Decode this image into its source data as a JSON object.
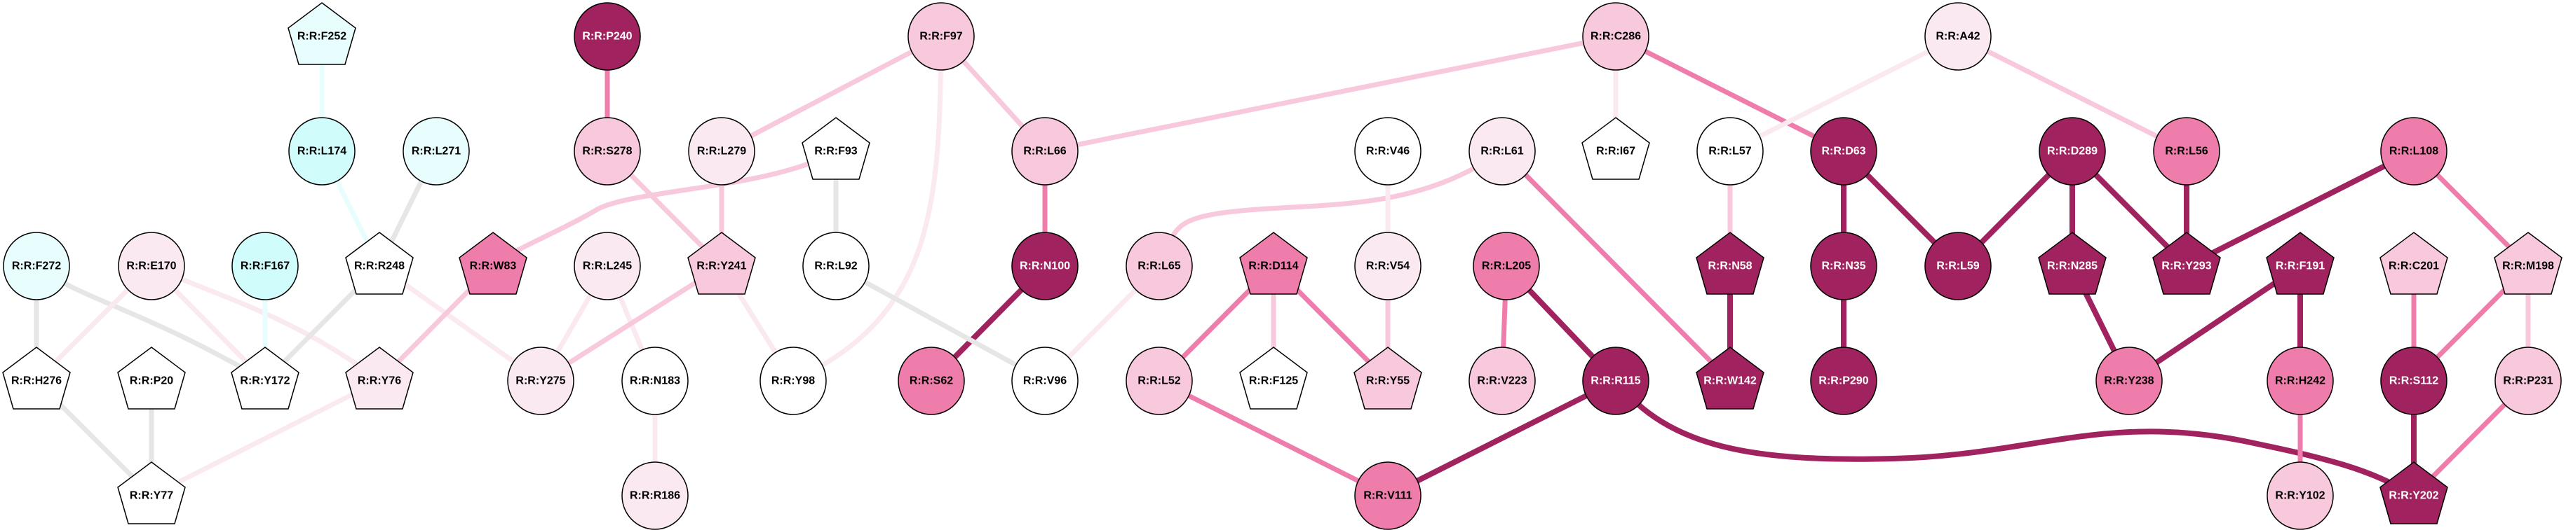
{
  "colors": {
    "dark": "#a0235f",
    "mid": "#ef7dab",
    "light": "#f8c8dc",
    "pale": "#fbe9f1",
    "white": "#ffffff",
    "cyan": "#d0fcfc",
    "cyan_pale": "#e8fefe",
    "gray": "#e6e6e6"
  },
  "nodes": [
    {
      "id": "F252",
      "label": "R:R:F252",
      "shape": "pentagon",
      "color": "cyan_pale"
    },
    {
      "id": "P240",
      "label": "R:R:P240",
      "shape": "ellipse",
      "color": "dark"
    },
    {
      "id": "F97",
      "label": "R:R:F97",
      "shape": "ellipse",
      "color": "light"
    },
    {
      "id": "C286",
      "label": "R:R:C286",
      "shape": "ellipse",
      "color": "light"
    },
    {
      "id": "A42",
      "label": "R:R:A42",
      "shape": "ellipse",
      "color": "pale"
    },
    {
      "id": "L174",
      "label": "R:R:L174",
      "shape": "ellipse",
      "color": "cyan"
    },
    {
      "id": "L271",
      "label": "R:R:L271",
      "shape": "ellipse",
      "color": "cyan_pale"
    },
    {
      "id": "S278",
      "label": "R:R:S278",
      "shape": "ellipse",
      "color": "light"
    },
    {
      "id": "L279",
      "label": "R:R:L279",
      "shape": "ellipse",
      "color": "pale"
    },
    {
      "id": "F93",
      "label": "R:R:F93",
      "shape": "pentagon",
      "color": "white"
    },
    {
      "id": "L66",
      "label": "R:R:L66",
      "shape": "ellipse",
      "color": "light"
    },
    {
      "id": "V46",
      "label": "R:R:V46",
      "shape": "ellipse",
      "color": "white"
    },
    {
      "id": "L61",
      "label": "R:R:L61",
      "shape": "ellipse",
      "color": "pale"
    },
    {
      "id": "I67",
      "label": "R:R:I67",
      "shape": "pentagon",
      "color": "white"
    },
    {
      "id": "L57",
      "label": "R:R:L57",
      "shape": "ellipse",
      "color": "white"
    },
    {
      "id": "D63",
      "label": "R:R:D63",
      "shape": "ellipse",
      "color": "dark"
    },
    {
      "id": "D289",
      "label": "R:R:D289",
      "shape": "ellipse",
      "color": "dark"
    },
    {
      "id": "L56",
      "label": "R:R:L56",
      "shape": "ellipse",
      "color": "mid"
    },
    {
      "id": "L108",
      "label": "R:R:L108",
      "shape": "ellipse",
      "color": "mid"
    },
    {
      "id": "F272",
      "label": "R:R:F272",
      "shape": "ellipse",
      "color": "cyan_pale"
    },
    {
      "id": "E170",
      "label": "R:R:E170",
      "shape": "ellipse",
      "color": "pale"
    },
    {
      "id": "F167",
      "label": "R:R:F167",
      "shape": "ellipse",
      "color": "cyan"
    },
    {
      "id": "R248",
      "label": "R:R:R248",
      "shape": "pentagon",
      "color": "white"
    },
    {
      "id": "W83",
      "label": "R:R:W83",
      "shape": "pentagon",
      "color": "mid"
    },
    {
      "id": "L245",
      "label": "R:R:L245",
      "shape": "ellipse",
      "color": "pale"
    },
    {
      "id": "Y241",
      "label": "R:R:Y241",
      "shape": "pentagon",
      "color": "light"
    },
    {
      "id": "L92",
      "label": "R:R:L92",
      "shape": "ellipse",
      "color": "white"
    },
    {
      "id": "N100",
      "label": "R:R:N100",
      "shape": "ellipse",
      "color": "dark"
    },
    {
      "id": "L65",
      "label": "R:R:L65",
      "shape": "ellipse",
      "color": "light"
    },
    {
      "id": "D114",
      "label": "R:R:D114",
      "shape": "pentagon",
      "color": "mid"
    },
    {
      "id": "V54",
      "label": "R:R:V54",
      "shape": "ellipse",
      "color": "pale"
    },
    {
      "id": "L205",
      "label": "R:R:L205",
      "shape": "ellipse",
      "color": "mid"
    },
    {
      "id": "N58",
      "label": "R:R:N58",
      "shape": "pentagon",
      "color": "dark"
    },
    {
      "id": "N35",
      "label": "R:R:N35",
      "shape": "ellipse",
      "color": "dark"
    },
    {
      "id": "L59",
      "label": "R:R:L59",
      "shape": "ellipse",
      "color": "dark"
    },
    {
      "id": "N285",
      "label": "R:R:N285",
      "shape": "pentagon",
      "color": "dark"
    },
    {
      "id": "Y293",
      "label": "R:R:Y293",
      "shape": "pentagon",
      "color": "dark"
    },
    {
      "id": "F191",
      "label": "R:R:F191",
      "shape": "pentagon",
      "color": "dark"
    },
    {
      "id": "C201",
      "label": "R:R:C201",
      "shape": "pentagon",
      "color": "light"
    },
    {
      "id": "M198",
      "label": "R:R:M198",
      "shape": "pentagon",
      "color": "light"
    },
    {
      "id": "H276",
      "label": "R:R:H276",
      "shape": "pentagon",
      "color": "white"
    },
    {
      "id": "P20",
      "label": "R:R:P20",
      "shape": "pentagon",
      "color": "white"
    },
    {
      "id": "Y172",
      "label": "R:R:Y172",
      "shape": "pentagon",
      "color": "white"
    },
    {
      "id": "Y76",
      "label": "R:R:Y76",
      "shape": "pentagon",
      "color": "pale"
    },
    {
      "id": "Y275",
      "label": "R:R:Y275",
      "shape": "ellipse",
      "color": "pale"
    },
    {
      "id": "N183",
      "label": "R:R:N183",
      "shape": "ellipse",
      "color": "white"
    },
    {
      "id": "Y98",
      "label": "R:R:Y98",
      "shape": "ellipse",
      "color": "white"
    },
    {
      "id": "S62",
      "label": "R:R:S62",
      "shape": "ellipse",
      "color": "mid"
    },
    {
      "id": "V96",
      "label": "R:R:V96",
      "shape": "ellipse",
      "color": "white"
    },
    {
      "id": "L52",
      "label": "R:R:L52",
      "shape": "ellipse",
      "color": "light"
    },
    {
      "id": "F125",
      "label": "R:R:F125",
      "shape": "pentagon",
      "color": "white"
    },
    {
      "id": "Y55",
      "label": "R:R:Y55",
      "shape": "pentagon",
      "color": "light"
    },
    {
      "id": "V223",
      "label": "R:R:V223",
      "shape": "ellipse",
      "color": "light"
    },
    {
      "id": "R115",
      "label": "R:R:R115",
      "shape": "ellipse",
      "color": "dark"
    },
    {
      "id": "W142",
      "label": "R:R:W142",
      "shape": "pentagon",
      "color": "dark"
    },
    {
      "id": "P290",
      "label": "R:R:P290",
      "shape": "ellipse",
      "color": "dark"
    },
    {
      "id": "Y238",
      "label": "R:R:Y238",
      "shape": "ellipse",
      "color": "mid"
    },
    {
      "id": "H242",
      "label": "R:R:H242",
      "shape": "ellipse",
      "color": "mid"
    },
    {
      "id": "S112",
      "label": "R:R:S112",
      "shape": "ellipse",
      "color": "dark"
    },
    {
      "id": "P231",
      "label": "R:R:P231",
      "shape": "ellipse",
      "color": "light"
    },
    {
      "id": "Y77",
      "label": "R:R:Y77",
      "shape": "pentagon",
      "color": "white"
    },
    {
      "id": "R186",
      "label": "R:R:R186",
      "shape": "ellipse",
      "color": "pale"
    },
    {
      "id": "V111",
      "label": "R:R:V111",
      "shape": "ellipse",
      "color": "mid"
    },
    {
      "id": "Y102",
      "label": "R:R:Y102",
      "shape": "ellipse",
      "color": "light"
    },
    {
      "id": "Y202",
      "label": "R:R:Y202",
      "shape": "pentagon",
      "color": "dark"
    }
  ],
  "edges": [
    {
      "s": "F252",
      "t": "L174",
      "color": "cyan_pale"
    },
    {
      "s": "L174",
      "t": "R248",
      "color": "cyan_pale"
    },
    {
      "s": "L271",
      "t": "R248",
      "color": "gray"
    },
    {
      "s": "P240",
      "t": "S278",
      "color": "mid"
    },
    {
      "s": "S278",
      "t": "Y241",
      "color": "light"
    },
    {
      "s": "L279",
      "t": "Y241",
      "color": "light"
    },
    {
      "s": "L279",
      "t": "F97",
      "color": "light"
    },
    {
      "s": "F93",
      "t": "W83",
      "color": "light"
    },
    {
      "s": "F93",
      "t": "L92",
      "color": "gray"
    },
    {
      "s": "F272",
      "t": "H276",
      "color": "gray"
    },
    {
      "s": "F272",
      "t": "Y172",
      "color": "gray"
    },
    {
      "s": "E170",
      "t": "H276",
      "color": "pale"
    },
    {
      "s": "E170",
      "t": "Y172",
      "color": "pale"
    },
    {
      "s": "E170",
      "t": "Y76",
      "color": "pale"
    },
    {
      "s": "F167",
      "t": "Y172",
      "color": "cyan_pale"
    },
    {
      "s": "R248",
      "t": "Y172",
      "color": "gray"
    },
    {
      "s": "R248",
      "t": "Y275",
      "color": "pale"
    },
    {
      "s": "W83",
      "t": "Y76",
      "color": "light"
    },
    {
      "s": "L245",
      "t": "Y275",
      "color": "pale"
    },
    {
      "s": "L245",
      "t": "N183",
      "color": "pale"
    },
    {
      "s": "Y241",
      "t": "Y275",
      "color": "light"
    },
    {
      "s": "Y241",
      "t": "Y98",
      "color": "pale"
    },
    {
      "s": "H276",
      "t": "Y77",
      "color": "gray"
    },
    {
      "s": "P20",
      "t": "Y77",
      "color": "gray"
    },
    {
      "s": "Y76",
      "t": "Y77",
      "color": "pale"
    },
    {
      "s": "N183",
      "t": "R186",
      "color": "pale"
    },
    {
      "s": "F97",
      "t": "Y98",
      "color": "pale"
    },
    {
      "s": "F97",
      "t": "L66",
      "color": "light"
    },
    {
      "s": "C286",
      "t": "L66",
      "color": "light"
    },
    {
      "s": "C286",
      "t": "I67",
      "color": "pale"
    },
    {
      "s": "C286",
      "t": "D63",
      "color": "mid"
    },
    {
      "s": "L66",
      "t": "N100",
      "color": "mid"
    },
    {
      "s": "N100",
      "t": "S62",
      "color": "dark"
    },
    {
      "s": "L92",
      "t": "V96",
      "color": "gray"
    },
    {
      "s": "L65",
      "t": "V96",
      "color": "pale"
    },
    {
      "s": "L61",
      "t": "L65",
      "color": "light"
    },
    {
      "s": "L61",
      "t": "W142",
      "color": "mid"
    },
    {
      "s": "V46",
      "t": "V54",
      "color": "pale"
    },
    {
      "s": "V54",
      "t": "Y55",
      "color": "light"
    },
    {
      "s": "D114",
      "t": "L52",
      "color": "mid"
    },
    {
      "s": "D114",
      "t": "F125",
      "color": "light"
    },
    {
      "s": "D114",
      "t": "Y55",
      "color": "mid"
    },
    {
      "s": "L205",
      "t": "V223",
      "color": "mid"
    },
    {
      "s": "L205",
      "t": "R115",
      "color": "dark"
    },
    {
      "s": "L52",
      "t": "V111",
      "color": "mid"
    },
    {
      "s": "R115",
      "t": "V111",
      "color": "dark"
    },
    {
      "s": "R115",
      "t": "Y202",
      "color": "dark"
    },
    {
      "s": "A42",
      "t": "L57",
      "color": "pale"
    },
    {
      "s": "A42",
      "t": "L56",
      "color": "light"
    },
    {
      "s": "L57",
      "t": "N58",
      "color": "light"
    },
    {
      "s": "N58",
      "t": "W142",
      "color": "dark"
    },
    {
      "s": "D63",
      "t": "N35",
      "color": "dark"
    },
    {
      "s": "D63",
      "t": "L59",
      "color": "dark"
    },
    {
      "s": "N35",
      "t": "P290",
      "color": "dark"
    },
    {
      "s": "D289",
      "t": "L59",
      "color": "dark"
    },
    {
      "s": "D289",
      "t": "N285",
      "color": "dark"
    },
    {
      "s": "D289",
      "t": "Y293",
      "color": "dark"
    },
    {
      "s": "L56",
      "t": "Y293",
      "color": "dark"
    },
    {
      "s": "L108",
      "t": "Y293",
      "color": "dark"
    },
    {
      "s": "L108",
      "t": "M198",
      "color": "mid"
    },
    {
      "s": "N285",
      "t": "Y238",
      "color": "dark"
    },
    {
      "s": "F191",
      "t": "Y238",
      "color": "dark"
    },
    {
      "s": "F191",
      "t": "H242",
      "color": "dark"
    },
    {
      "s": "H242",
      "t": "Y102",
      "color": "mid"
    },
    {
      "s": "C201",
      "t": "S112",
      "color": "mid"
    },
    {
      "s": "M198",
      "t": "S112",
      "color": "mid"
    },
    {
      "s": "M198",
      "t": "P231",
      "color": "light"
    },
    {
      "s": "S112",
      "t": "Y202",
      "color": "dark"
    },
    {
      "s": "P231",
      "t": "Y202",
      "color": "mid"
    }
  ]
}
